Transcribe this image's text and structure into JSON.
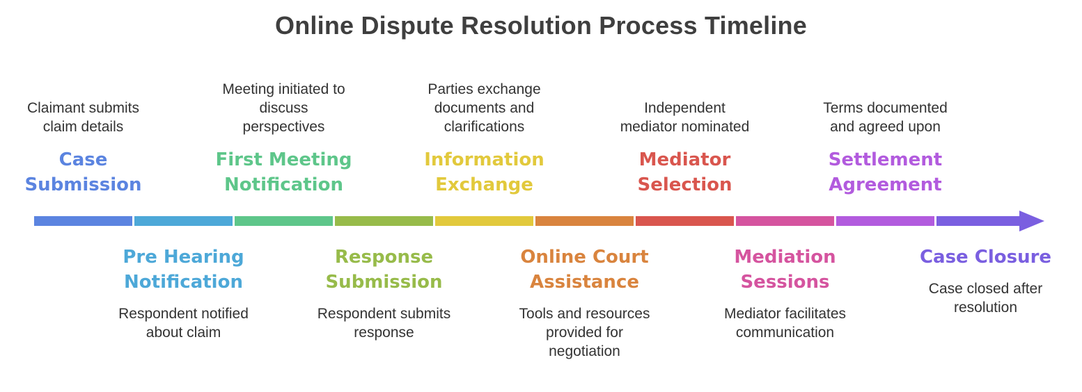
{
  "title": "Online Dispute Resolution Process Timeline",
  "steps": [
    {
      "label": "Case\nSubmission",
      "desc": "Claimant submits\nclaim details",
      "color": "#5b84e0",
      "position": "top"
    },
    {
      "label": "Pre Hearing\nNotification",
      "desc": "Respondent notified\nabout claim",
      "color": "#4da8d8",
      "position": "bottom"
    },
    {
      "label": "First Meeting\nNotification",
      "desc": "Meeting initiated to\ndiscuss\nperspectives",
      "color": "#5ec68a",
      "position": "top"
    },
    {
      "label": "Response\nSubmission",
      "desc": "Respondent submits\nresponse",
      "color": "#97bb4a",
      "position": "bottom"
    },
    {
      "label": "Information\nExchange",
      "desc": "Parties exchange\ndocuments and\nclarifications",
      "color": "#e2c93c",
      "position": "top"
    },
    {
      "label": "Online Court\nAssistance",
      "desc": "Tools and resources\nprovided for\nnegotiation",
      "color": "#d9843e",
      "position": "bottom"
    },
    {
      "label": "Mediator\nSelection",
      "desc": "Independent\nmediator nominated",
      "color": "#d9564e",
      "position": "top"
    },
    {
      "label": "Mediation\nSessions",
      "desc": "Mediator facilitates\ncommunication",
      "color": "#d5549f",
      "position": "bottom"
    },
    {
      "label": "Settlement\nAgreement",
      "desc": "Terms documented\nand agreed upon",
      "color": "#b25bde",
      "position": "top"
    },
    {
      "label": "Case Closure",
      "desc": "Case closed after\nresolution",
      "color": "#7a5fe0",
      "position": "bottom"
    }
  ]
}
